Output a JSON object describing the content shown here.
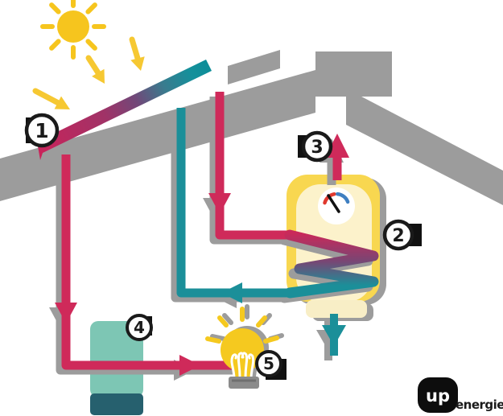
{
  "diagram": {
    "type": "solar-thermal-water-heating-system",
    "badges": [
      "1",
      "2",
      "3",
      "4",
      "5"
    ],
    "logo": {
      "mark": "up",
      "word": "energie"
    },
    "icons": [
      "sun-icon",
      "sun-ray-arrow-icon",
      "solar-panel",
      "roof",
      "chimney",
      "hot-pipe",
      "cold-return-pipe",
      "storage-tank",
      "temperature-gauge-icon",
      "heat-exchanger-coil",
      "hot-water-outlet-arrow",
      "cold-water-inlet-arrow",
      "pump-unit",
      "lightbulb-icon",
      "flow-arrow-icon"
    ],
    "colors": {
      "hot_flow": "#cf2a5a",
      "cold_flow": "#1b8f99",
      "roof_gray": "#9c9c9c",
      "shadow_gray": "#9c9c9c",
      "sun_yellow": "#f6c51e",
      "arrow_yellow": "#f6c832",
      "tank_yellow": "#f8d750",
      "tank_inner": "#fcf2cb",
      "pump_teal": "#7dc6b4",
      "pump_dark": "#26606e",
      "bulb_yellow": "#f5c91f",
      "bulb_base_gray": "#8b8b8b",
      "gauge_red": "#e0392e",
      "gauge_blue": "#3f7fc1",
      "badge_border": "#1a1a1a",
      "logo_black": "#0d0d0d"
    }
  }
}
